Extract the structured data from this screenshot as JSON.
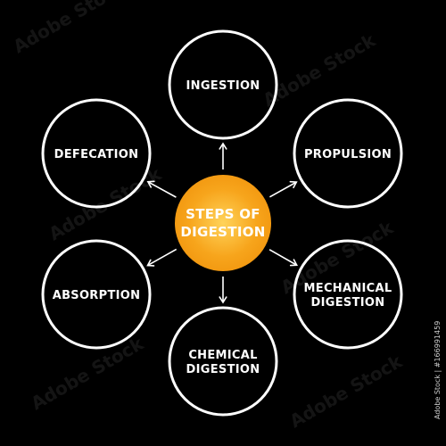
{
  "diagram": {
    "center": {
      "label_lines": [
        "STEPS OF",
        "DIGESTION"
      ],
      "fill_color": "#f7a51c",
      "glow_color": "#ffd35a"
    },
    "nodes": [
      {
        "id": "ingestion",
        "label_lines": [
          "INGESTION"
        ]
      },
      {
        "id": "propulsion",
        "label_lines": [
          "PROPULSION"
        ]
      },
      {
        "id": "mechanical-digestion",
        "label_lines": [
          "MECHANICAL",
          "DIGESTION"
        ]
      },
      {
        "id": "chemical-digestion",
        "label_lines": [
          "CHEMICAL",
          "DIGESTION"
        ]
      },
      {
        "id": "absorption",
        "label_lines": [
          "ABSORPTION"
        ]
      },
      {
        "id": "defecation",
        "label_lines": [
          "DEFECATION"
        ]
      }
    ],
    "connector": "arrow-icon"
  },
  "stock_id": "Adobe Stock | #166991459",
  "colors": {
    "background": "#000000",
    "line": "#ffffff",
    "text": "#ffffff"
  }
}
